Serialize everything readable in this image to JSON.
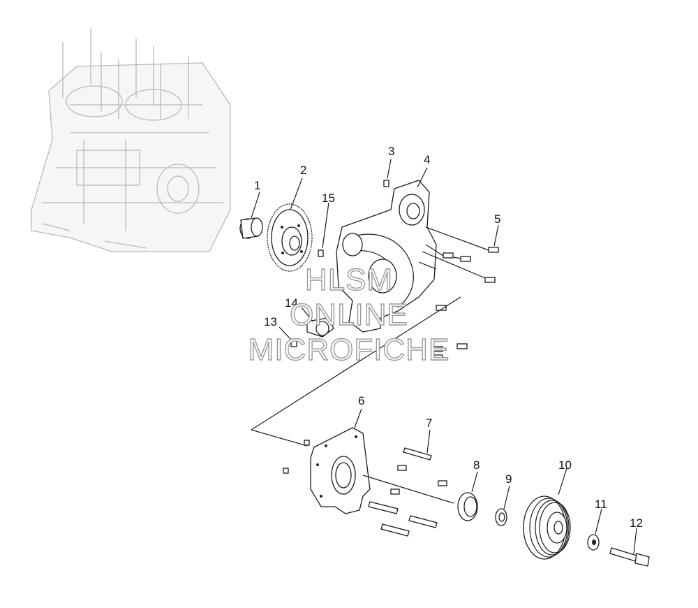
{
  "callouts": [
    {
      "id": "1",
      "label": "1"
    },
    {
      "id": "2",
      "label": "2"
    },
    {
      "id": "3",
      "label": "3"
    },
    {
      "id": "4",
      "label": "4"
    },
    {
      "id": "5",
      "label": "5"
    },
    {
      "id": "6",
      "label": "6"
    },
    {
      "id": "7",
      "label": "7"
    },
    {
      "id": "8",
      "label": "8"
    },
    {
      "id": "9",
      "label": "9"
    },
    {
      "id": "10",
      "label": "10"
    },
    {
      "id": "11",
      "label": "11"
    },
    {
      "id": "12",
      "label": "12"
    },
    {
      "id": "13",
      "label": "13"
    },
    {
      "id": "14",
      "label": "14"
    },
    {
      "id": "15",
      "label": "15"
    }
  ],
  "watermark": {
    "line1": "HLSM",
    "line2": "ONLINE",
    "line3": "MICROFICHE"
  }
}
